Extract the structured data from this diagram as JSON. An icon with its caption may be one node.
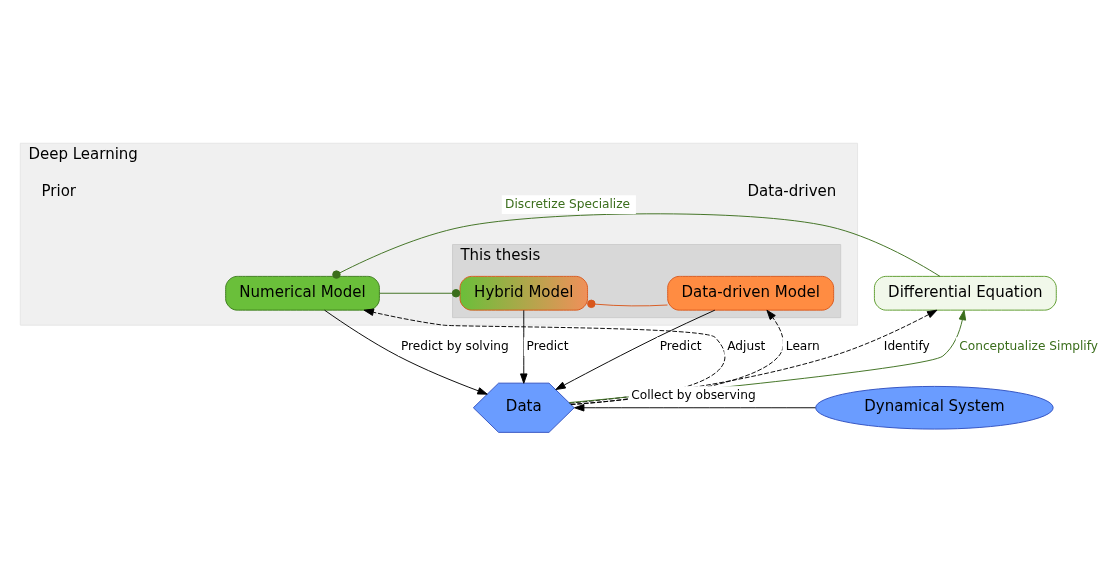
{
  "diagram": {
    "nodes": [
      {
        "text": [
          "Deep Learning"
        ]
      },
      {
        "text": [
          "This thesis"
        ],
        "in": 0
      },
      {
        "text": [
          "Differential Equation"
        ]
      },
      {
        "text": [
          "Numerical Model"
        ],
        "in": 0
      },
      {
        "text": [
          "Hybrid Model"
        ],
        "in": 1
      },
      {
        "text": [
          "Data-driven Model"
        ],
        "in": 1
      },
      {
        "text": [
          "Data"
        ]
      },
      {
        "text": [
          "Dynamical System"
        ]
      }
    ],
    "edges": [
      {
        "from": 2,
        "to": 3,
        "arrow": "other",
        "label": "Discretize Specialize",
        "color": "#3b6e1c"
      },
      {
        "from": 3,
        "to": 4,
        "arrow": "other",
        "color": "#3b6e1c"
      },
      {
        "from": 5,
        "to": 4,
        "arrow": "other",
        "color": "#d9571c"
      },
      {
        "from": 3,
        "to": 6,
        "arrow": "to",
        "label": "Predict by solving"
      },
      {
        "from": 4,
        "to": 6,
        "arrow": "to",
        "label": "Predict"
      },
      {
        "from": 5,
        "to": 6,
        "arrow": "to",
        "label": "Predict"
      },
      {
        "from": 6,
        "to": 2,
        "arrow": "to",
        "label": "Identify",
        "style": "dashed"
      },
      {
        "from": 6,
        "to": 3,
        "arrow": "to",
        "label": "Adjust",
        "style": "dashed"
      },
      {
        "from": 6,
        "to": 5,
        "arrow": "to",
        "label": "Learn",
        "style": "dashed"
      },
      {
        "from": 7,
        "to": 6,
        "arrow": "to",
        "label": "Collect by observing"
      },
      {
        "from": 6,
        "to": 2,
        "arrow": "to",
        "label": "Conceptualize Simplify",
        "color": "#3b6e1c"
      }
    ],
    "labels": [
      "Prior",
      "Data-driven"
    ]
  }
}
